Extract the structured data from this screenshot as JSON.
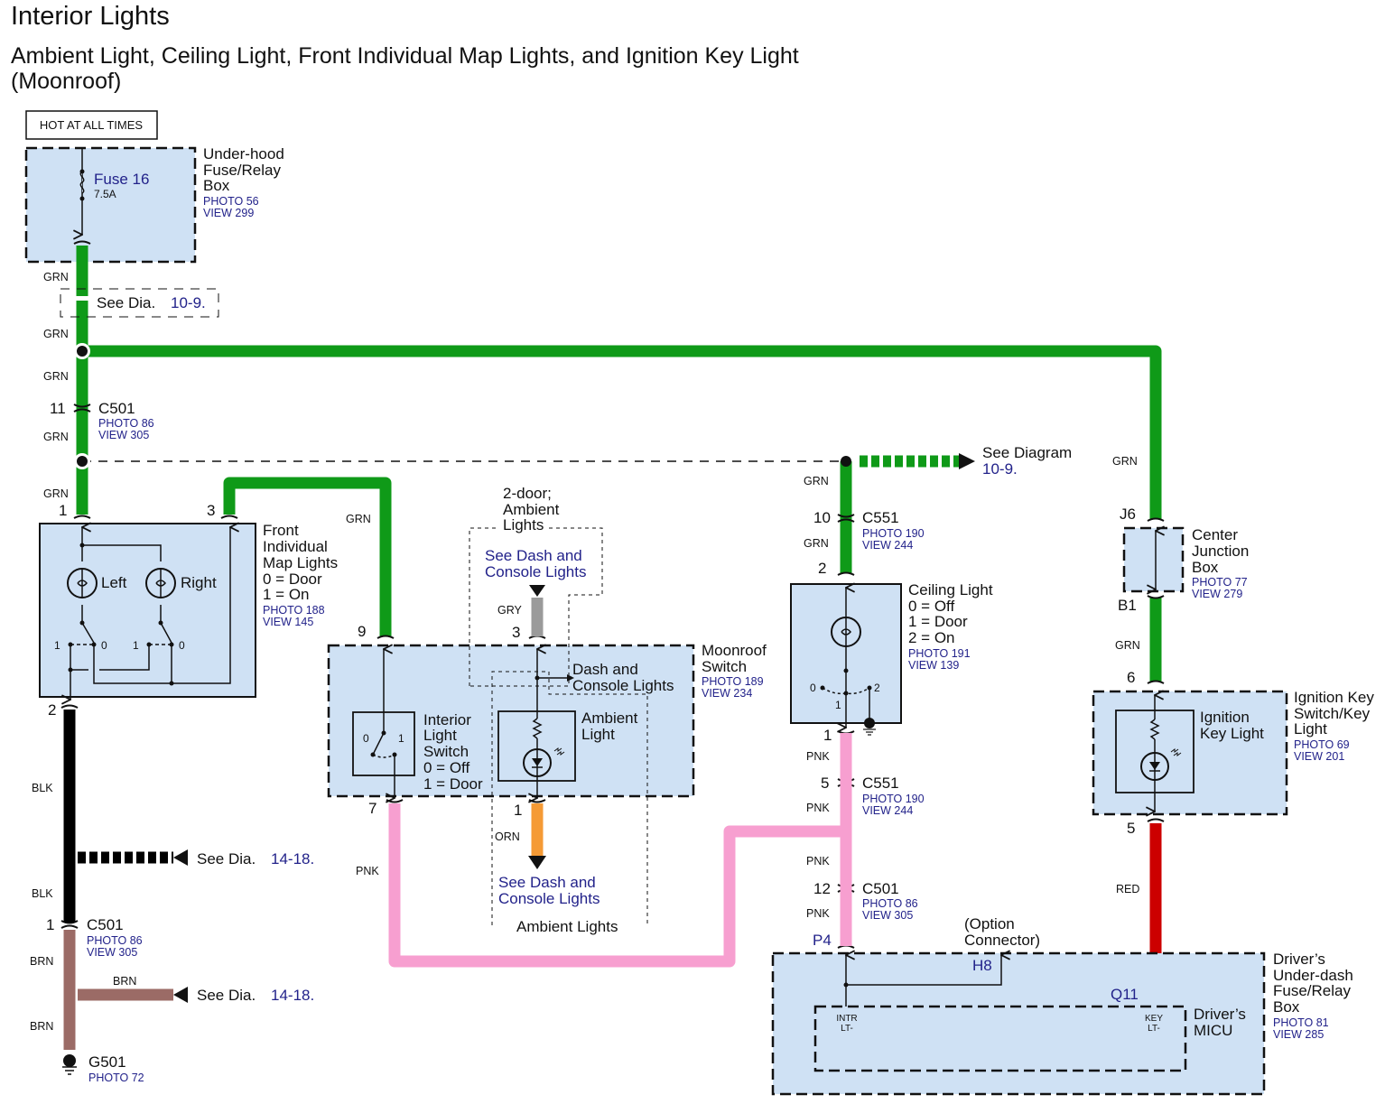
{
  "header": {
    "title": "Interior Lights",
    "subtitle_line1": "Ambient Light, Ceiling Light, Front Individual Map Lights, and Ignition Key Light",
    "subtitle_line2": "(Moonroof)"
  },
  "colors": {
    "box_fill": "#cfe1f4",
    "link_blue": "#22228a",
    "wire_grn": "#0f9a18",
    "wire_blk": "#000000",
    "wire_brn": "#9b6b66",
    "wire_pnk": "#f79fd0",
    "wire_gry": "#9a9a9a",
    "wire_orn": "#f59a35",
    "wire_red": "#cc0000"
  },
  "power_label": "HOT AT ALL TIMES",
  "underhood_box": {
    "name_lines": [
      "Under-hood",
      "Fuse/Relay",
      "Box"
    ],
    "photo": "PHOTO 56",
    "view": "VIEW 299",
    "fuse_name": "Fuse 16",
    "fuse_rating": "7.5A"
  },
  "see_dia_top": {
    "text": "See Dia.",
    "ref": "10-9."
  },
  "wires": {
    "grn": "GRN",
    "blk": "BLK",
    "brn": "BRN",
    "pnk": "PNK",
    "gry": "GRY",
    "orn": "ORN",
    "red": "RED"
  },
  "c501_top": {
    "pin": "11",
    "name": "C501",
    "photo": "PHOTO 86",
    "view": "VIEW 305"
  },
  "map_lights": {
    "name_lines": [
      "Front",
      "Individual",
      "Map Lights",
      "0 = Door",
      "1 = On"
    ],
    "photo": "PHOTO 188",
    "view": "VIEW 145",
    "pin_in": "1",
    "pin_out": "3",
    "pin_gnd": "2",
    "left_label": "Left",
    "right_label": "Right",
    "pos1": "1",
    "pos0": "0"
  },
  "see_dia_blk": {
    "text": "See Dia.",
    "ref": "14-18."
  },
  "c501_bottom": {
    "pin": "1",
    "name": "C501",
    "photo": "PHOTO 86",
    "view": "VIEW 305"
  },
  "see_dia_brn": {
    "text": "See Dia.",
    "ref": "14-18."
  },
  "ground": {
    "name": "G501",
    "photo": "PHOTO 72"
  },
  "moonroof_switch": {
    "name_lines": [
      "Moonroof",
      "Switch"
    ],
    "photo": "PHOTO 189",
    "view": "VIEW 234",
    "pin_grn": "9",
    "pin_gry": "3",
    "pin_pnk": "7",
    "pin_orn": "1",
    "interior_switch_lines": [
      "Interior",
      "Light",
      "Switch",
      "0 = Off",
      "1 = Door"
    ],
    "ambient_light_lines": [
      "Ambient",
      "Light"
    ],
    "dash_console_lines": [
      "Dash and",
      "Console Lights"
    ]
  },
  "ambient_option": {
    "header_lines": [
      "2-door;",
      "Ambient",
      "Lights"
    ],
    "see_dash_top": [
      "See Dash and",
      "Console Lights"
    ],
    "see_dash_bottom": [
      "See Dash and",
      "Console Lights"
    ],
    "footer": "Ambient Lights"
  },
  "see_diagram_right": {
    "text": "See Diagram",
    "ref": "10-9."
  },
  "c551_top": {
    "pin": "10",
    "name": "C551",
    "photo": "PHOTO 190",
    "view": "VIEW 244"
  },
  "ceiling_light": {
    "name_lines": [
      "Ceiling Light",
      "0 = Off",
      "1 = Door",
      "2 = On"
    ],
    "photo": "PHOTO 191",
    "view": "VIEW 139",
    "pin_in": "2",
    "pin_out": "1",
    "pos0": "0",
    "pos1": "1",
    "pos2": "2"
  },
  "c551_bottom": {
    "pin": "5",
    "name": "C551",
    "photo": "PHOTO 190",
    "view": "VIEW 244"
  },
  "c501_pnk": {
    "pin": "12",
    "name": "C501",
    "photo": "PHOTO 86",
    "view": "VIEW 305"
  },
  "center_junction": {
    "name_lines": [
      "Center",
      "Junction",
      "Box"
    ],
    "photo": "PHOTO 77",
    "view": "VIEW 279",
    "pin_top": "J6",
    "pin_bottom": "B1"
  },
  "ignition_key": {
    "name_lines": [
      "Ignition Key",
      "Switch/Key",
      "Light"
    ],
    "photo": "PHOTO 69",
    "view": "VIEW 201",
    "inner_lines": [
      "Ignition",
      "Key Light"
    ],
    "pin_top": "6",
    "pin_bottom": "5"
  },
  "underdash_box": {
    "name_lines": [
      "Driver’s",
      "Under-dash",
      "Fuse/Relay",
      "Box"
    ],
    "photo": "PHOTO 81",
    "view": "VIEW 285",
    "pin_p4": "P4",
    "pin_h8": "H8",
    "pin_q11": "Q11",
    "option_lines": [
      "(Option",
      "Connector)"
    ],
    "micu_lines": [
      "Driver’s",
      "MICU"
    ],
    "intr_lines": [
      "INTR",
      "LT-"
    ],
    "key_lines": [
      "KEY",
      "LT-"
    ]
  }
}
